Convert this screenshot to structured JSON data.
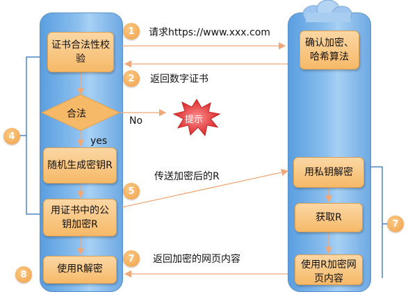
{
  "colors": {
    "lane_blue": "#6ea9e3",
    "box_orange": "#f6b968",
    "badge_orange": "#f0a04a",
    "arrow_orange": "#f0a878",
    "bracket_blue": "#4f86c6",
    "burst_red": "#e63b3b"
  },
  "client": {
    "check_cert": "证书合法性校验",
    "diamond": "合法",
    "gen_random": "随机生成密钥R",
    "encrypt_r": "用证书中的公钥加密R",
    "decrypt_page": "使用R解密"
  },
  "server": {
    "confirm_algo": "确认加密、哈希算法",
    "decrypt_private": "用私钥解密",
    "get_r": "获取R",
    "encrypt_page": "使用R加密网页内容"
  },
  "steps": [
    {
      "num": "1",
      "text": "请求https://www.xxx.com"
    },
    {
      "num": "2",
      "text": "返回数字证书"
    },
    {
      "num": "4",
      "text": ""
    },
    {
      "num": "5",
      "text": "传送加密后的R"
    },
    {
      "num": "7",
      "text": "返回加密的网页内容"
    },
    {
      "num": "7",
      "text": ""
    },
    {
      "num": "8",
      "text": ""
    }
  ],
  "labels": {
    "no": "No",
    "yes": "yes",
    "alert": "提示"
  },
  "icons": {
    "cloud": "cloud-icon",
    "alert_burst": "alert-burst-icon"
  }
}
